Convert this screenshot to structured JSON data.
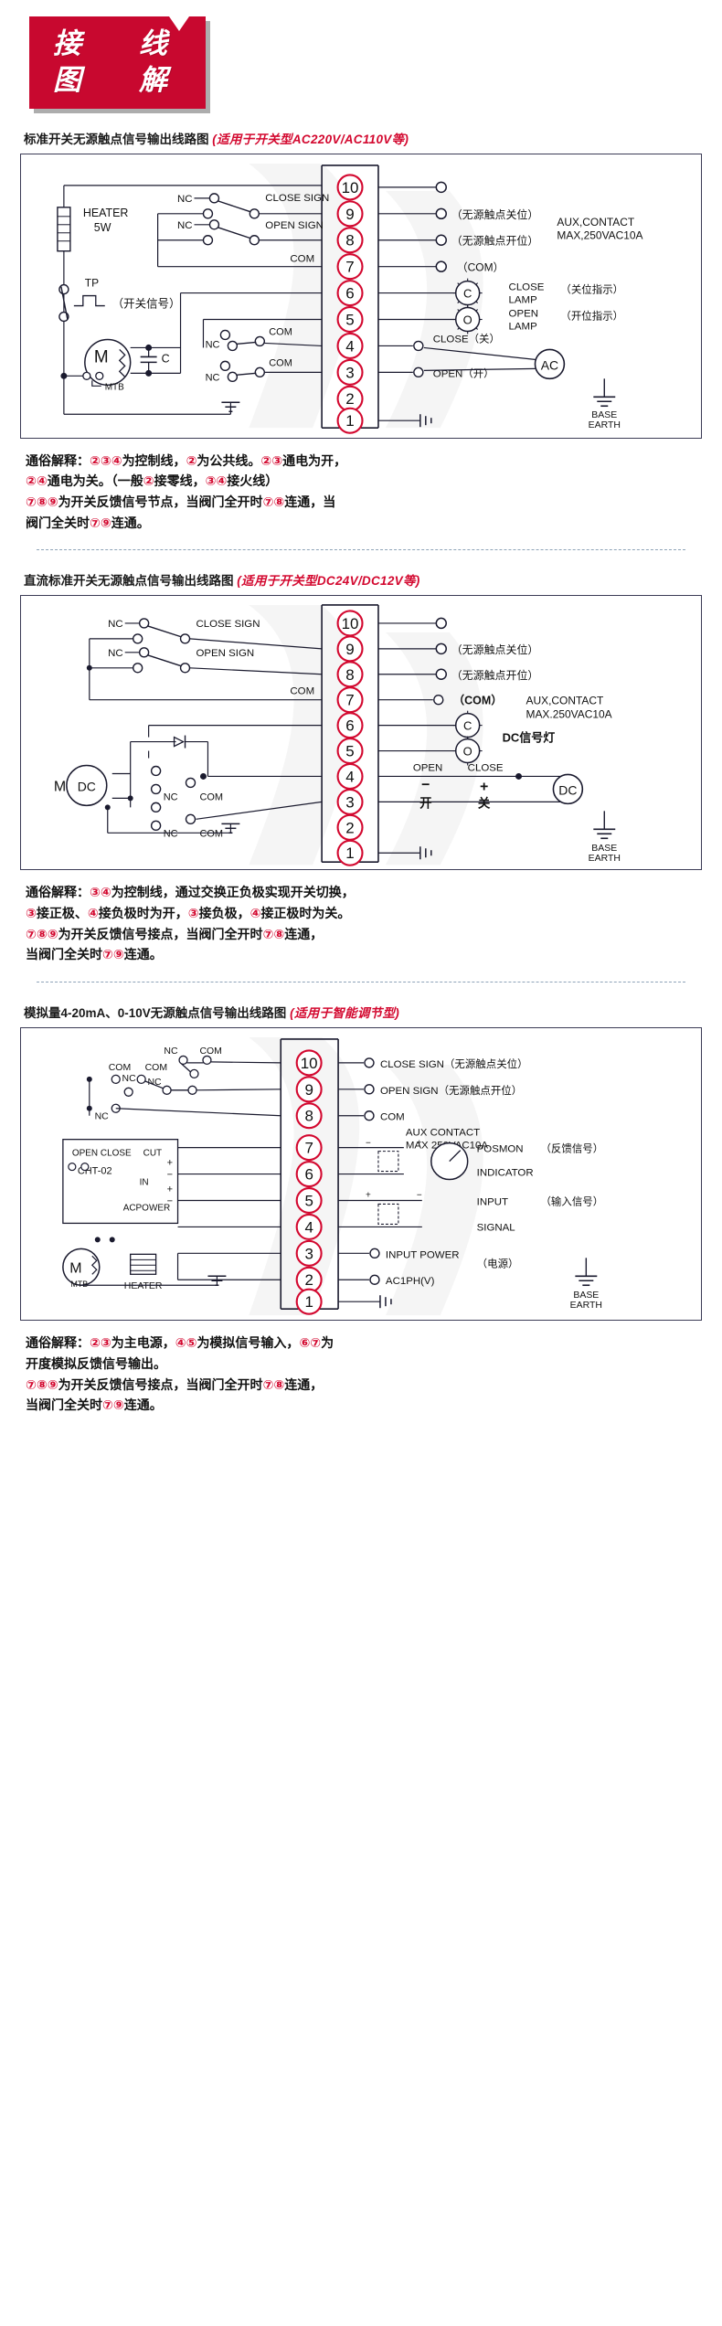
{
  "banner": {
    "line1": "接　线",
    "line2": "图　解"
  },
  "sections": [
    {
      "id": "ac-switch",
      "title_main": "标准开关无源触点信号输出线路图",
      "title_tag": "(适用于开关型AC220V/AC110V等)",
      "terminals": [
        "10",
        "9",
        "8",
        "7",
        "6",
        "5",
        "4",
        "3",
        "2",
        "1"
      ],
      "labels": {
        "heater": "HEATER",
        "heater_w": "5W",
        "nc1": "NC",
        "nc2": "NC",
        "nc3": "NC",
        "nc4": "NC",
        "close_sign": "CLOSE SIGN",
        "open_sign": "OPEN SIGN",
        "com1": "COM",
        "com2": "COM",
        "com3": "COM",
        "tp": "TP",
        "tp_cn": "（开关信号）",
        "motor": "M",
        "mtb": "MTB",
        "cap": "C",
        "right_9": "（无源触点关位）",
        "right_8": "（无源触点开位）",
        "right_7": "（COM）",
        "aux1": "AUX,CONTACT",
        "aux2": "MAX,250VAC10A",
        "lamp_c": "C",
        "lamp_o": "O",
        "close_lamp": "CLOSE",
        "close_lamp2": "LAMP",
        "close_lamp_cn": "（关位指示）",
        "open_lamp": "OPEN",
        "open_lamp2": "LAMP",
        "open_lamp_cn": "（开位指示）",
        "close_cn": "CLOSE（关）",
        "open_cn": "OPEN（开）",
        "ac": "AC",
        "base": "BASE",
        "earth": "EARTH"
      },
      "explain": [
        {
          "t": "通俗解释：",
          "c": "k"
        },
        {
          "t": "②③④",
          "c": "r"
        },
        {
          "t": "为控制线，",
          "c": "k"
        },
        {
          "t": "②",
          "c": "r"
        },
        {
          "t": "为公共线。",
          "c": "k"
        },
        {
          "t": "②③",
          "c": "r"
        },
        {
          "t": "通电为开，",
          "c": "k"
        },
        {
          "t": "\n",
          "c": "br"
        },
        {
          "t": "②④",
          "c": "r"
        },
        {
          "t": "通电为关。（一般",
          "c": "k"
        },
        {
          "t": "②",
          "c": "r"
        },
        {
          "t": "接零线，",
          "c": "k"
        },
        {
          "t": "③④",
          "c": "r"
        },
        {
          "t": "接火线）",
          "c": "k"
        },
        {
          "t": "\n",
          "c": "br"
        },
        {
          "t": "⑦⑧⑨",
          "c": "r"
        },
        {
          "t": "为开关反馈信号节点，当阀门全开时",
          "c": "k"
        },
        {
          "t": "⑦⑧",
          "c": "r"
        },
        {
          "t": "连通，当",
          "c": "k"
        },
        {
          "t": "\n",
          "c": "br"
        },
        {
          "t": "阀门全关时",
          "c": "k"
        },
        {
          "t": "⑦⑨",
          "c": "r"
        },
        {
          "t": "连通。",
          "c": "k"
        }
      ]
    },
    {
      "id": "dc-switch",
      "title_main": "直流标准开关无源触点信号输出线路图",
      "title_tag": "(适用于开关型DC24V/DC12V等)",
      "terminals": [
        "10",
        "9",
        "8",
        "7",
        "6",
        "5",
        "4",
        "3",
        "2",
        "1"
      ],
      "labels": {
        "nc1": "NC",
        "nc2": "NC",
        "nc3": "NC",
        "nc4": "NC",
        "close_sign": "CLOSE SIGN",
        "open_sign": "OPEN SIGN",
        "com1": "COM",
        "com2": "COM",
        "com3": "COM",
        "motor": "M",
        "motor_dc": "DC",
        "right_9": "（无源触点关位）",
        "right_8": "（无源触点开位）",
        "right_7": "（COM）",
        "aux1": "AUX,CONTACT",
        "aux2": "MAX.250VAC10A",
        "lamp_c": "C",
        "lamp_o": "O",
        "dc_lamp_cn": "DC信号灯",
        "open_t": "OPEN",
        "close_t": "CLOSE",
        "minus": "−",
        "plus": "+",
        "open_cn": "开",
        "close_cn": "关",
        "dc_src": "DC",
        "base": "BASE",
        "earth": "EARTH"
      },
      "explain": [
        {
          "t": "通俗解释：",
          "c": "k"
        },
        {
          "t": "③④",
          "c": "r"
        },
        {
          "t": "为控制线，通过交换正负极实现开关切换，",
          "c": "k"
        },
        {
          "t": "\n",
          "c": "br"
        },
        {
          "t": "③",
          "c": "r"
        },
        {
          "t": "接正极、",
          "c": "k"
        },
        {
          "t": "④",
          "c": "r"
        },
        {
          "t": "接负极时为开，",
          "c": "k"
        },
        {
          "t": "③",
          "c": "r"
        },
        {
          "t": "接负极，",
          "c": "k"
        },
        {
          "t": "④",
          "c": "r"
        },
        {
          "t": "接正极时为关。",
          "c": "k"
        },
        {
          "t": "\n",
          "c": "br"
        },
        {
          "t": "⑦⑧⑨",
          "c": "r"
        },
        {
          "t": "为开关反馈信号接点，当阀门全开时",
          "c": "k"
        },
        {
          "t": "⑦⑧",
          "c": "r"
        },
        {
          "t": "连通，",
          "c": "k"
        },
        {
          "t": "\n",
          "c": "br"
        },
        {
          "t": "当阀门全关时",
          "c": "k"
        },
        {
          "t": "⑦⑨",
          "c": "r"
        },
        {
          "t": "连通。",
          "c": "k"
        }
      ]
    },
    {
      "id": "analog",
      "title_main": "模拟量4-20mA、0-10V无源触点信号输出线路图",
      "title_tag": "(适用于智能调节型)",
      "terminals": [
        "10",
        "9",
        "8",
        "7",
        "6",
        "5",
        "4",
        "3",
        "2",
        "1"
      ],
      "labels": {
        "nc1": "NC",
        "nc2": "NC",
        "nc3": "NC",
        "nc4": "NC",
        "com1": "COM",
        "com2": "COM",
        "com3": "COM",
        "com4": "COM",
        "cht": "CHT-02",
        "open_close": "OPEN CLOSE",
        "cut": "CUT",
        "in": "IN",
        "acpower": "ACPOWER",
        "motor": "M",
        "mtb": "MTB",
        "heater": "HEATER",
        "plus1": "+",
        "minus1": "−",
        "plus2": "+",
        "minus2": "−",
        "r10": "CLOSE SIGN（无源触点关位）",
        "r9": "OPEN SIGN（无源触点开位）",
        "r8": "COM",
        "aux1": "AUX CONTACT",
        "aux2": "MAX 250VAC10A",
        "posmon": "POSMON",
        "posmon_cn": "（反馈信号）",
        "indicator": "INDICATOR",
        "input": "INPUT",
        "input_cn": "（输入信号）",
        "signal": "SIGNAL",
        "r3": "INPUT POWER",
        "r3_cn": "（电源）",
        "r2": "AC1PH(V)",
        "base": "BASE",
        "earth": "EARTH"
      },
      "explain": [
        {
          "t": "通俗解释：",
          "c": "k"
        },
        {
          "t": "②③",
          "c": "r"
        },
        {
          "t": "为主电源，",
          "c": "k"
        },
        {
          "t": "④⑤",
          "c": "r"
        },
        {
          "t": "为模拟信号输入，",
          "c": "k"
        },
        {
          "t": "⑥⑦",
          "c": "r"
        },
        {
          "t": "为",
          "c": "k"
        },
        {
          "t": "\n",
          "c": "br"
        },
        {
          "t": "开度模拟反馈信号输出。",
          "c": "k"
        },
        {
          "t": "\n",
          "c": "br"
        },
        {
          "t": "⑦⑧⑨",
          "c": "r"
        },
        {
          "t": "为开关反馈信号接点，当阀门全开时",
          "c": "k"
        },
        {
          "t": "⑦⑧",
          "c": "r"
        },
        {
          "t": "连通，",
          "c": "k"
        },
        {
          "t": "\n",
          "c": "br"
        },
        {
          "t": "当阀门全关时",
          "c": "k"
        },
        {
          "t": "⑦⑨",
          "c": "r"
        },
        {
          "t": "连通。",
          "c": "k"
        }
      ]
    }
  ],
  "colors": {
    "red": "#d3082f",
    "banner_bg": "#c8082f",
    "line": "#1a1a2e",
    "box_border": "#3b3b55"
  }
}
